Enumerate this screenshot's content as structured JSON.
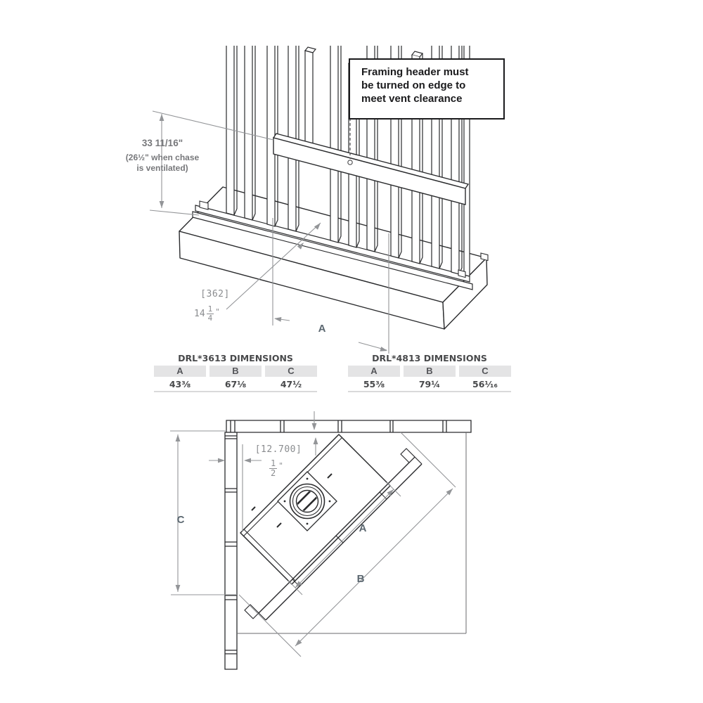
{
  "callout": {
    "text": "Framing header must\nbe turned on edge to\nmeet vent clearance"
  },
  "front_view": {
    "height_dim": "33 11/16\"",
    "height_note": "(26½\" when chase\nis ventilated)",
    "depth_dim_mm": "[362]",
    "depth_whole": "14",
    "depth_num": "1",
    "depth_den": "4",
    "depth_unit": "\"",
    "width_label": "A"
  },
  "tables": [
    {
      "title": "DRL*3613 DIMENSIONS",
      "columns": [
        "A",
        "B",
        "C"
      ],
      "values": [
        "43⅜",
        "67⅛",
        "47½"
      ]
    },
    {
      "title": "DRL*4813 DIMENSIONS",
      "columns": [
        "A",
        "B",
        "C"
      ],
      "values": [
        "55⅜",
        "79¼",
        "56¹⁄₁₆"
      ]
    }
  ],
  "plan_view": {
    "clearance_mm": "[12.700]",
    "clearance_num": "1",
    "clearance_den": "2",
    "clearance_unit": "\"",
    "label_a": "A",
    "label_b": "B",
    "label_c": "C"
  }
}
